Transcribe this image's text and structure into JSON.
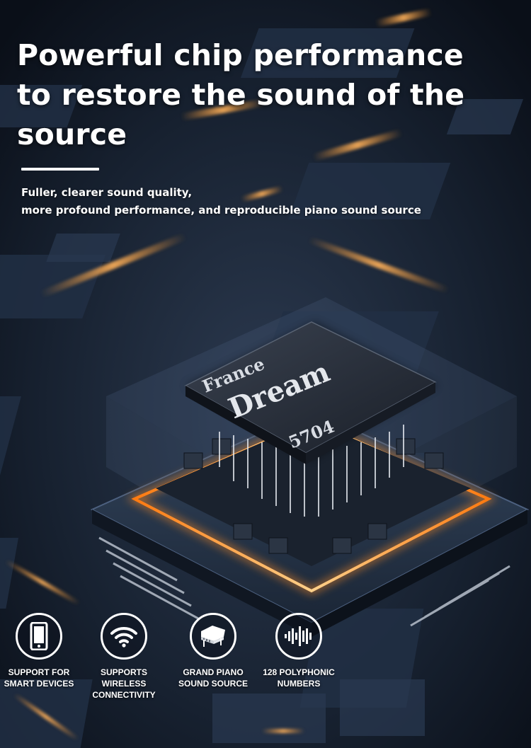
{
  "headline": {
    "line1": "Powerful chip performance",
    "line2": "to restore the sound of the",
    "line3": "source"
  },
  "subtitle": {
    "line1": "Fuller, clearer sound quality,",
    "line2": "more profound performance, and reproducible piano sound source"
  },
  "chip": {
    "line1": "France",
    "line2": "Dream",
    "line3": "5704"
  },
  "features": [
    {
      "icon": "smartphone-icon",
      "line1": "SUPPORT FOR",
      "line2": "SMART DEVICES"
    },
    {
      "icon": "wifi-icon",
      "line1": "SUPPORTS WIRELESS",
      "line2": "CONNECTIVITY"
    },
    {
      "icon": "grand-piano-icon",
      "line1": "GRAND PIANO",
      "line2": "SOUND SOURCE"
    },
    {
      "icon": "sound-wave-icon",
      "line1": "128 POLYPHONIC",
      "line2": "NUMBERS"
    }
  ],
  "colors": {
    "background": "#0b111c",
    "circuit": "#1f2b3d",
    "glow": "#ff9a2e",
    "text": "#ffffff"
  }
}
